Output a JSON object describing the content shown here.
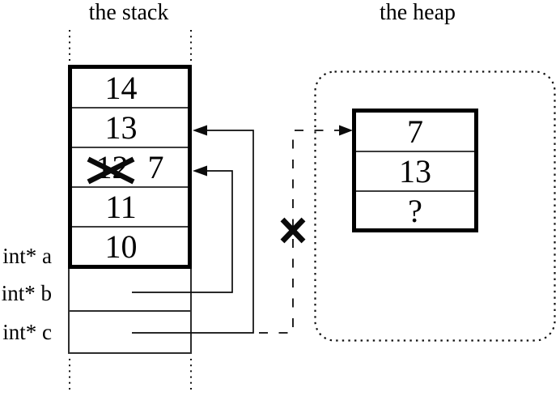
{
  "titles": {
    "stack": "the stack",
    "heap": "the heap"
  },
  "stack": {
    "cells": [
      {
        "value": "14"
      },
      {
        "value": "13"
      },
      {
        "old_value": "12",
        "new_value": "7",
        "crossed_out": true
      },
      {
        "value": "11"
      },
      {
        "value": "10"
      }
    ]
  },
  "variables": [
    {
      "name": "int* a"
    },
    {
      "name": "int* b"
    },
    {
      "name": "int* c"
    }
  ],
  "heap": {
    "cells": [
      {
        "value": "7"
      },
      {
        "value": "13"
      },
      {
        "value": "?"
      }
    ]
  },
  "icons": {
    "crossed_out_value": "X cross over old stack value 12",
    "dangling_pointer_cross": "X cross over dashed dangling pointer to freed heap block"
  },
  "colors": {
    "ink": "#000000",
    "background": "#ffffff"
  }
}
